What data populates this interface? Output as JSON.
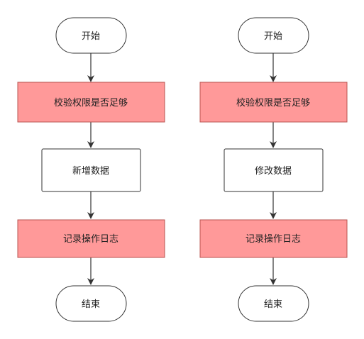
{
  "colors": {
    "process_fill": "#ffffff",
    "process_stroke": "#333333",
    "highlight_fill": "#ff9999",
    "highlight_stroke": "#b85450",
    "arrow": "#333333",
    "text": "#222222"
  },
  "flows": [
    {
      "nodes": [
        {
          "kind": "terminal",
          "label": "开始"
        },
        {
          "kind": "highlight",
          "label": "校验权限是否足够"
        },
        {
          "kind": "process",
          "label": "新增数据"
        },
        {
          "kind": "highlight",
          "label": "记录操作日志"
        },
        {
          "kind": "terminal",
          "label": "结束"
        }
      ]
    },
    {
      "nodes": [
        {
          "kind": "terminal",
          "label": "开始"
        },
        {
          "kind": "highlight",
          "label": "校验权限是否足够"
        },
        {
          "kind": "process",
          "label": "修改数据"
        },
        {
          "kind": "highlight",
          "label": "记录操作日志"
        },
        {
          "kind": "terminal",
          "label": "结束"
        }
      ]
    }
  ]
}
